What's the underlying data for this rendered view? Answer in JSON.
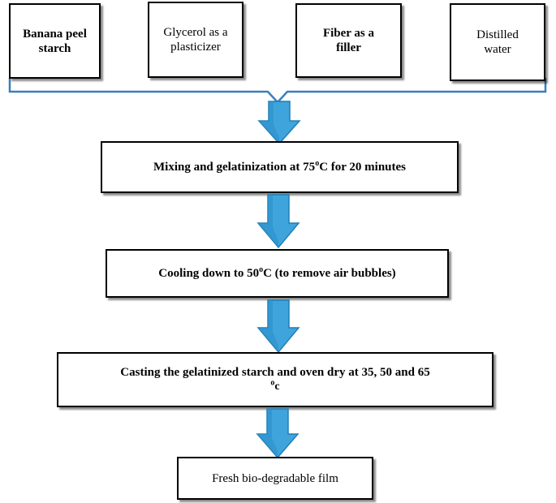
{
  "inputs": [
    {
      "label": "Banana peel starch",
      "bold": true
    },
    {
      "label": "Glycerol as a plasticizer",
      "bold": false
    },
    {
      "label": "Fiber as a filler",
      "bold": true
    },
    {
      "label": "Distilled water",
      "bold": false
    }
  ],
  "steps": [
    {
      "pre": "Mixing and gelatinization at 75",
      "sup": "o",
      "post": "C for 20 minutes",
      "bold": true
    },
    {
      "pre": "Cooling down to 50",
      "sup": "o",
      "post": "C (to remove air bubbles)",
      "bold": true
    },
    {
      "pre": "Casting the gelatinized starch and oven dry at 35, 50 and  65",
      "sub_line_sup": "o",
      "sub_line": "c",
      "bold": true
    },
    {
      "pre": "Fresh bio-degradable film",
      "bold": false
    }
  ],
  "colors": {
    "arrow_fill": "#3fa4dc",
    "arrow_edge": "#1f7fb5",
    "bracket": "#3a80bd"
  },
  "icons": [
    "down-arrow-icon"
  ]
}
